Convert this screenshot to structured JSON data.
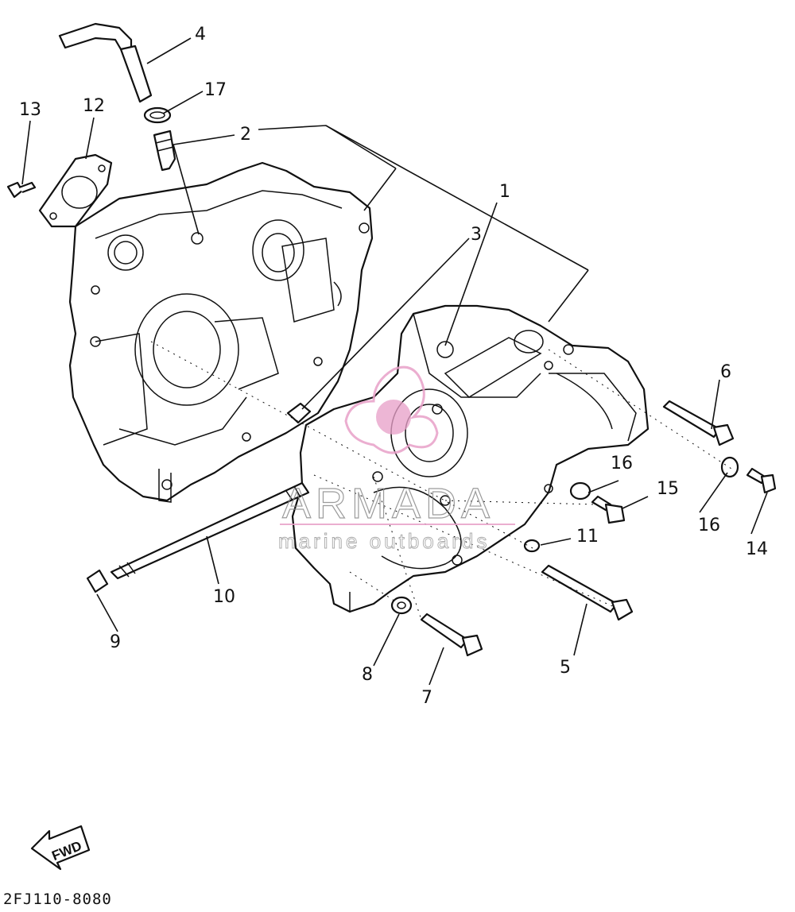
{
  "diagram": {
    "callouts": [
      {
        "id": "1",
        "label": "1"
      },
      {
        "id": "2",
        "label": "2"
      },
      {
        "id": "3",
        "label": "3"
      },
      {
        "id": "4",
        "label": "4"
      },
      {
        "id": "5",
        "label": "5"
      },
      {
        "id": "6",
        "label": "6"
      },
      {
        "id": "7",
        "label": "7"
      },
      {
        "id": "8",
        "label": "8"
      },
      {
        "id": "9",
        "label": "9"
      },
      {
        "id": "10",
        "label": "10"
      },
      {
        "id": "11",
        "label": "11"
      },
      {
        "id": "12",
        "label": "12"
      },
      {
        "id": "13",
        "label": "13"
      },
      {
        "id": "14",
        "label": "14"
      },
      {
        "id": "15",
        "label": "15"
      },
      {
        "id": "16a",
        "label": "16"
      },
      {
        "id": "16b",
        "label": "16"
      },
      {
        "id": "17",
        "label": "17"
      }
    ],
    "fwd_label": "FWD",
    "diagram_code": "2FJ110-8080"
  },
  "watermark": {
    "brand": "ARMADA",
    "tagline": "marine outboards",
    "color": "#e8a0c8"
  },
  "colors": {
    "line": "#111111",
    "background": "#ffffff"
  }
}
